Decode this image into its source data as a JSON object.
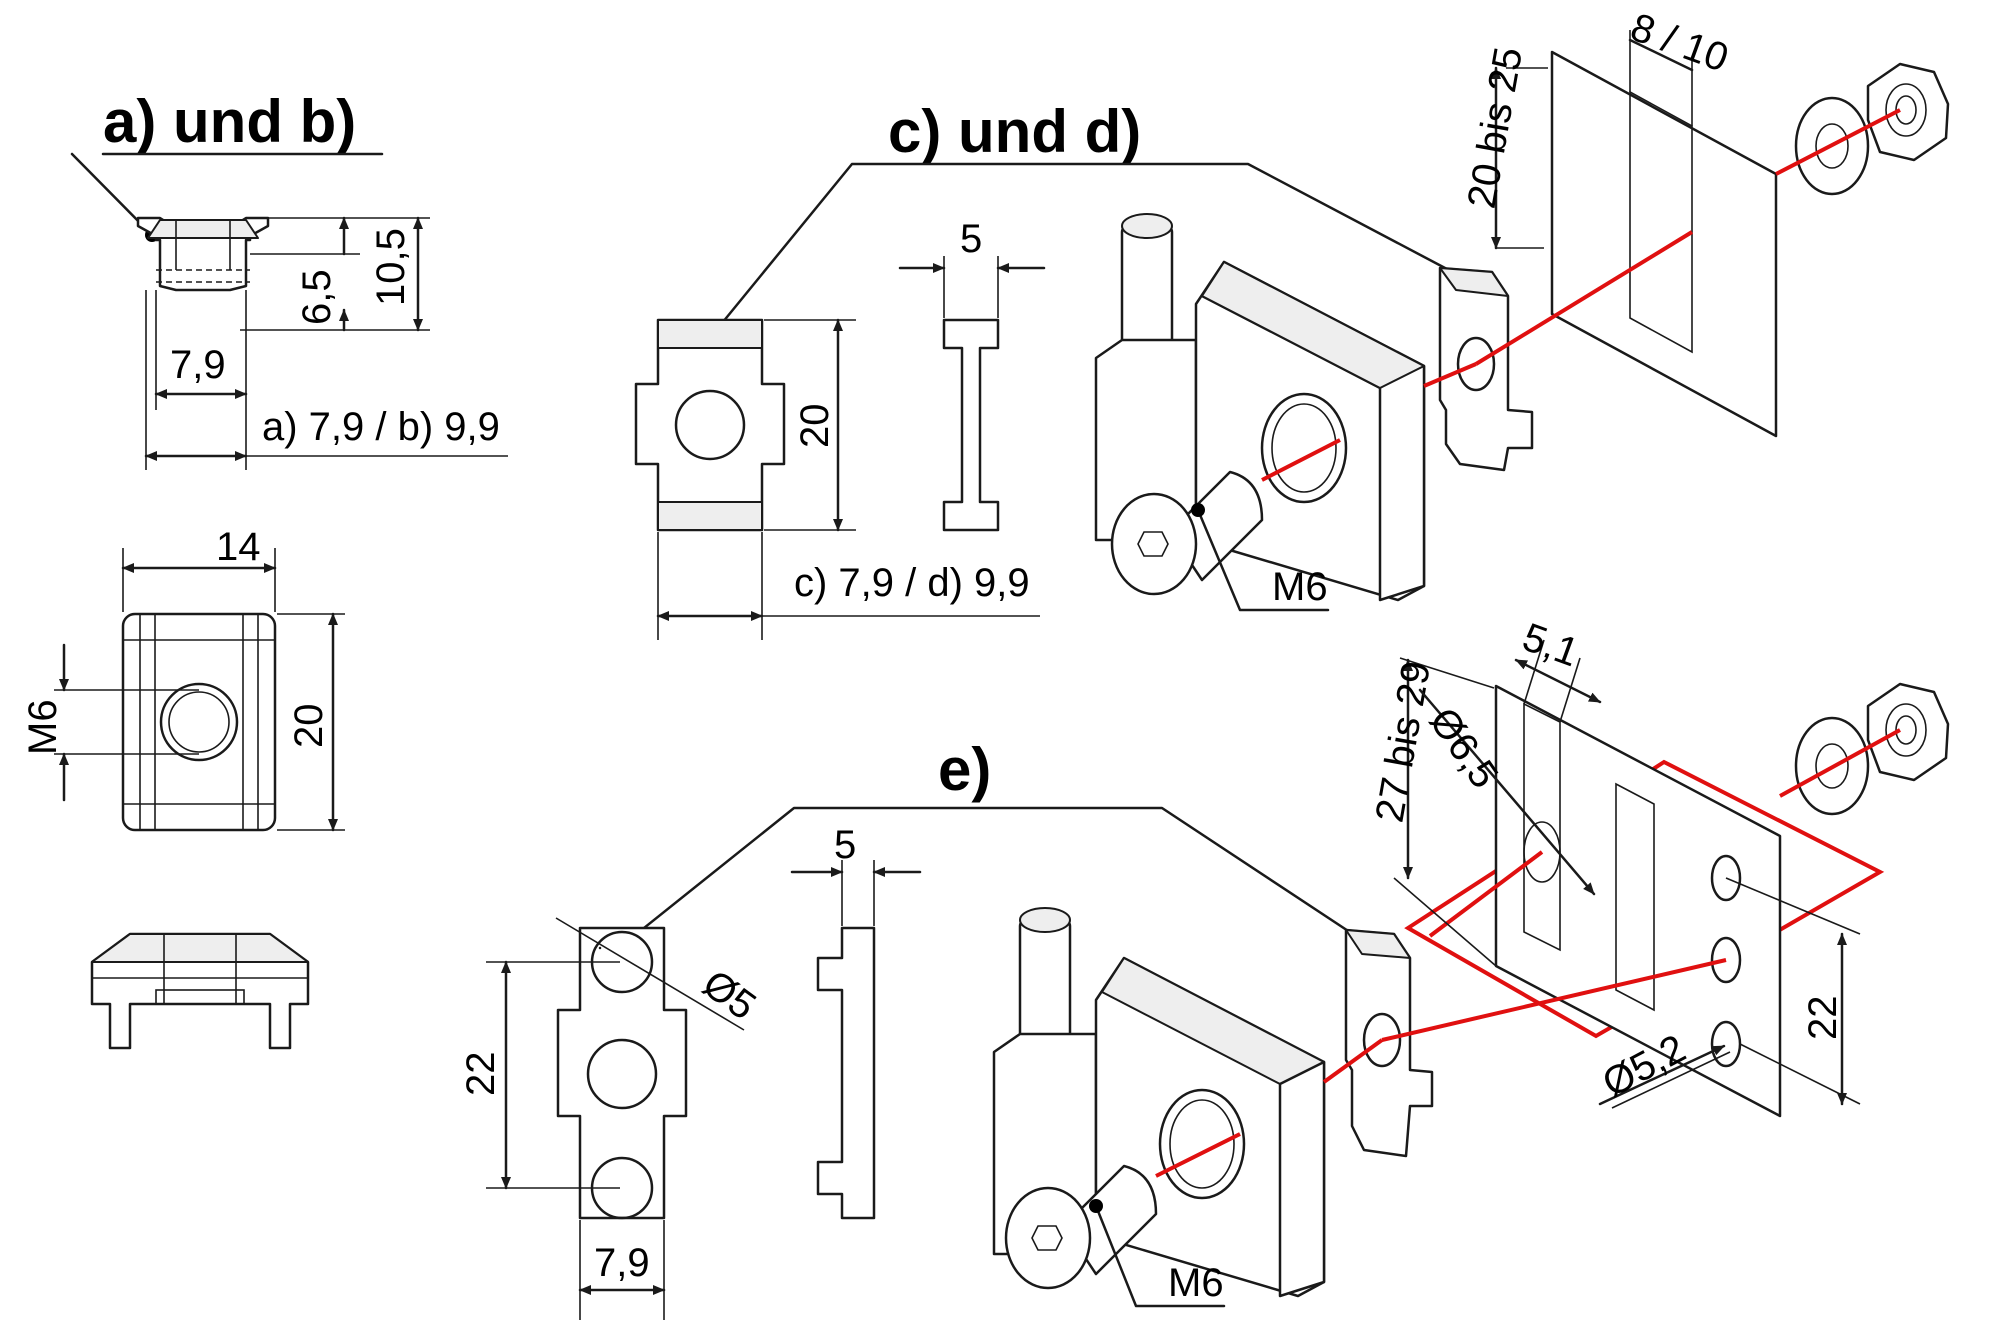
{
  "sections": {
    "ab": {
      "title": "a) und b)",
      "dims": {
        "h_total": "10,5",
        "h_inner": "6,5",
        "w_slot": "7,9",
        "w_variant": "a) 7,9 / b) 9,9",
        "w_top": "14",
        "thread": "M6",
        "length": "20"
      }
    },
    "cd": {
      "title": "c) und d)",
      "dims": {
        "length": "20",
        "thickness": "5",
        "w_variant": "c) 7,9 / d) 9,9",
        "slot_width": "8 / 10",
        "clamp_range": "20 bis 25",
        "screw": "M6"
      }
    },
    "e": {
      "title": "e)",
      "dims": {
        "length": "22",
        "thickness": "5",
        "hole_dia": "Ø5",
        "width": "7,9",
        "slot_width": "5,1",
        "clamp_range": "27 bis 29",
        "slot_dia": "Ø6,5",
        "hole_spacing": "22",
        "hole_dia_plate": "Ø5,2",
        "screw": "M6"
      }
    }
  },
  "colors": {
    "line": "#1a1a1a",
    "axis": "#e01010"
  }
}
